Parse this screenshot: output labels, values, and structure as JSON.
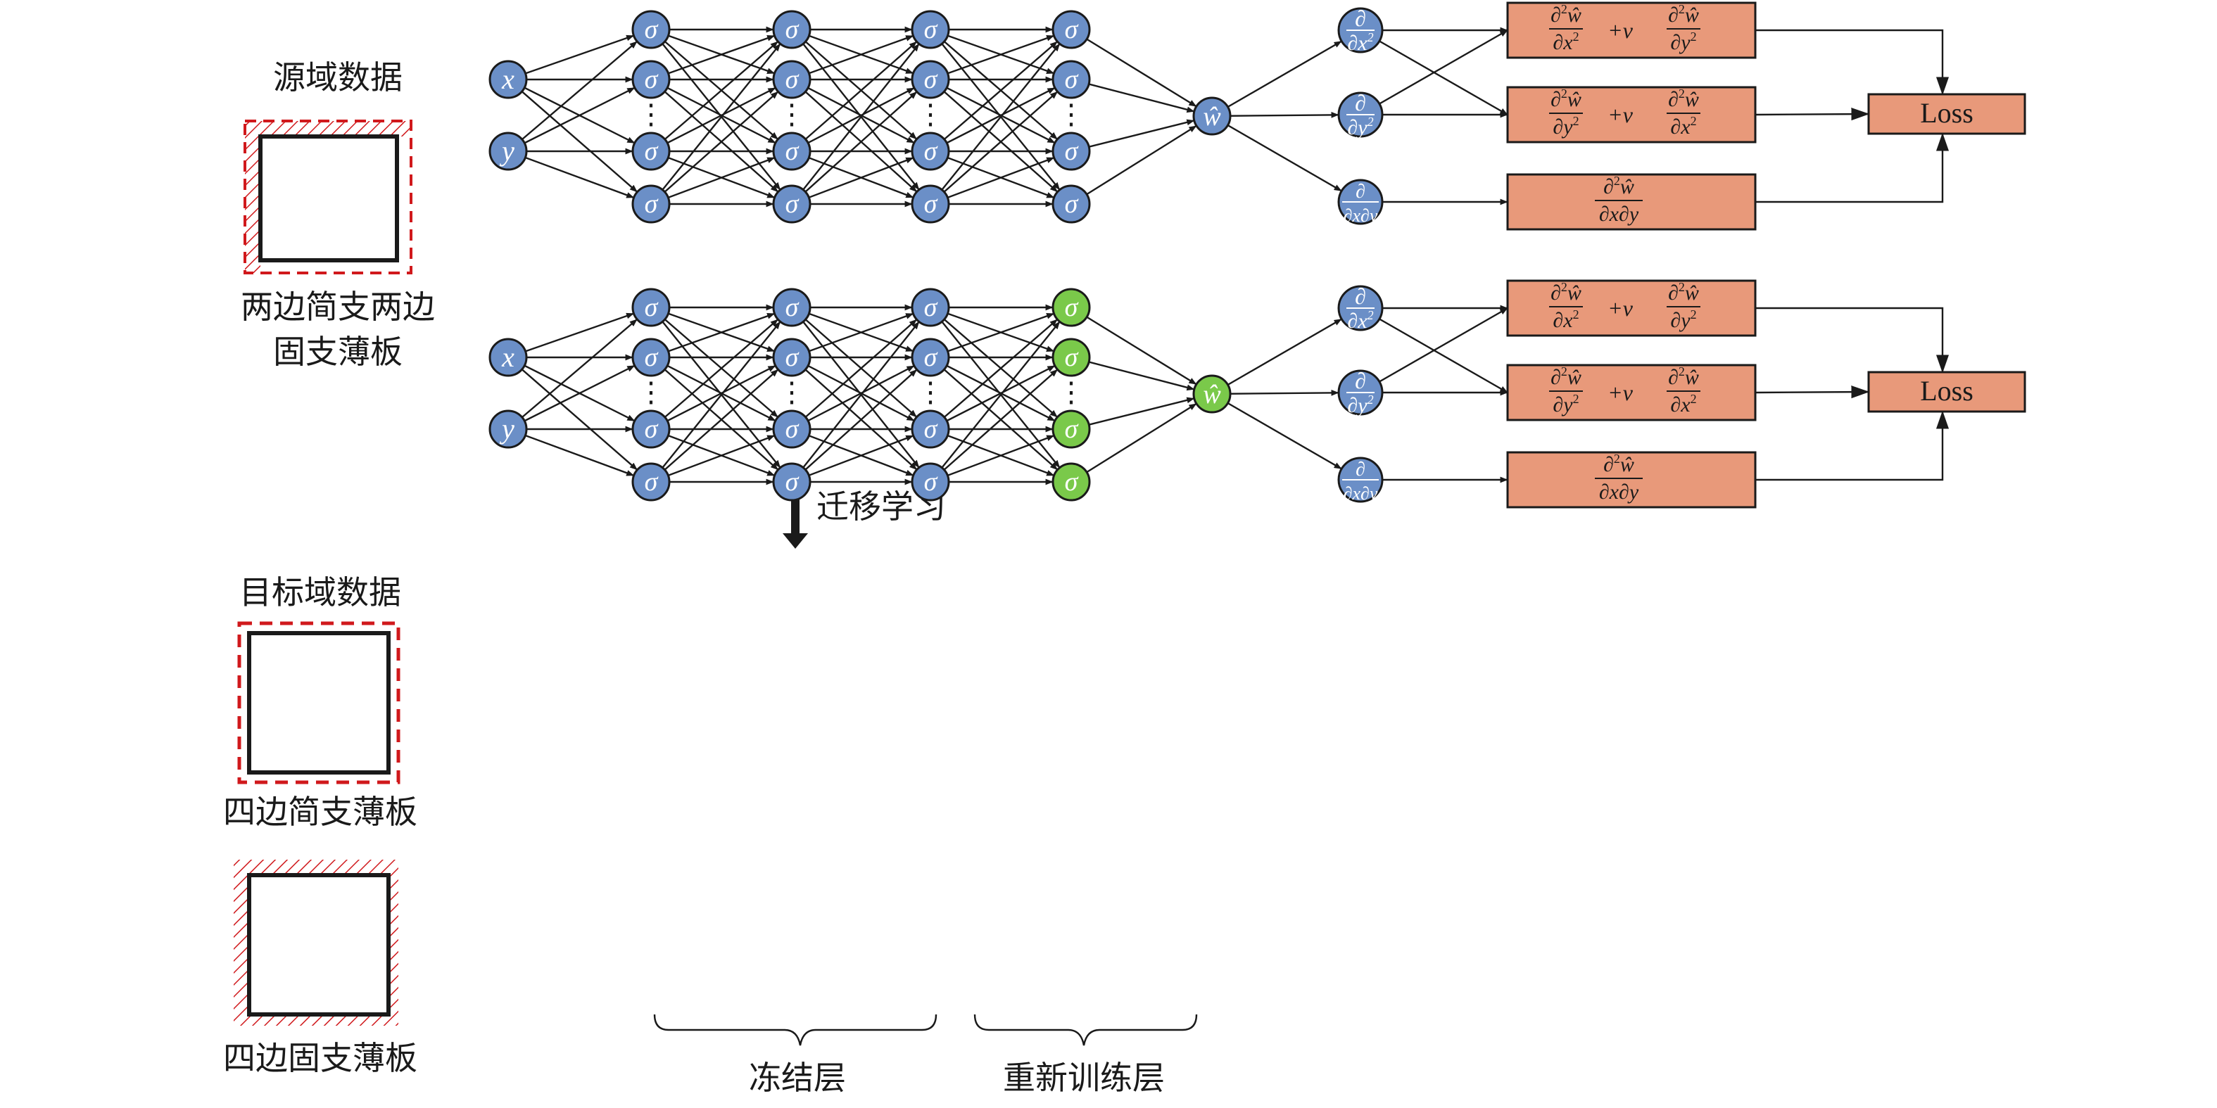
{
  "colors": {
    "node_blue": "#6b8fc7",
    "node_green": "#7ac94a",
    "box_orange": "#e8997a",
    "hatch_red": "#d0191c",
    "stroke": "#1a1a1a"
  },
  "labels": {
    "source_title": "源域数据",
    "source_caption_1": "两边简支两边",
    "source_caption_2": "固支薄板",
    "transfer": "迁移学习",
    "target_title": "目标域数据",
    "target_caption_1": "四边简支薄板",
    "target_caption_2": "四边固支薄板",
    "frozen": "冻结层",
    "retrain": "重新训练层"
  },
  "inputs": [
    "x",
    "y"
  ],
  "hidden_symbol": "σ",
  "ellipsis": "⋮",
  "output_symbol": "ŵ",
  "loss_label": "Loss",
  "deriv_ops": [
    {
      "num": "∂",
      "den": "∂x",
      "sup": "2"
    },
    {
      "num": "∂",
      "den": "∂y",
      "sup": "2"
    },
    {
      "num": "∂",
      "den": "∂x∂y",
      "sup": ""
    }
  ],
  "pde_terms": [
    {
      "a_den": "∂x",
      "coef": "+ν",
      "b_den": "∂y"
    },
    {
      "a_den": "∂y",
      "coef": "+ν",
      "b_den": "∂x"
    }
  ],
  "mixed_term": {
    "num": "∂",
    "sup": "2",
    "w": "ŵ",
    "den": "∂x∂y"
  }
}
